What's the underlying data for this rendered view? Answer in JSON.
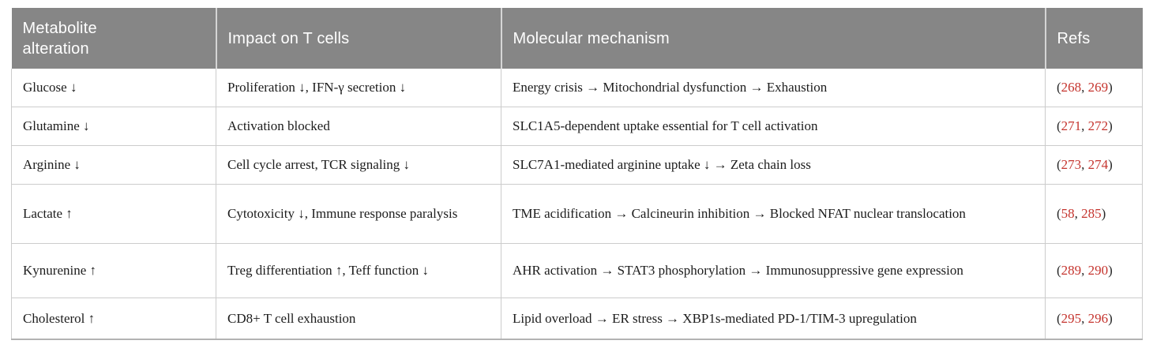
{
  "table": {
    "colors": {
      "header_bg": "#868686",
      "header_text": "#ffffff",
      "body_text": "#1c1c1c",
      "ref_number_red": "#c5342e",
      "grid_line": "#cccccc",
      "bottom_border": "#b3b3b3"
    },
    "columns": [
      {
        "label": "Metabolite\nalteration"
      },
      {
        "label": "Impact on T cells"
      },
      {
        "label": "Molecular mechanism"
      },
      {
        "label": "Refs"
      }
    ],
    "rows": [
      {
        "metabolite": "Glucose ↓",
        "impact": "Proliferation ↓, IFN-γ secretion ↓",
        "mechanism": "Energy crisis → Mitochondrial dysfunction → Exhaustion",
        "refs": {
          "open": "(",
          "first": "268",
          "sep": ", ",
          "second": "269",
          "close": ")"
        }
      },
      {
        "metabolite": "Glutamine ↓",
        "impact": "Activation blocked",
        "mechanism": "SLC1A5-dependent uptake essential for T cell activation",
        "refs": {
          "open": "(",
          "first": "271",
          "sep": ", ",
          "second": "272",
          "close": ")"
        }
      },
      {
        "metabolite": "Arginine ↓",
        "impact": "Cell cycle arrest, TCR signaling ↓",
        "mechanism": "SLC7A1-mediated arginine uptake ↓ → Zeta chain loss",
        "refs": {
          "open": "(",
          "first": "273",
          "sep": ", ",
          "second": "274",
          "close": ")"
        }
      },
      {
        "metabolite": "Lactate ↑",
        "impact": "Cytotoxicity ↓, Immune response paralysis",
        "mechanism": "TME acidification → Calcineurin inhibition → Blocked NFAT nuclear translocation",
        "refs": {
          "open": "(",
          "first": "58",
          "sep": ", ",
          "second": "285",
          "close": ")"
        }
      },
      {
        "metabolite": "Kynurenine ↑",
        "impact": "Treg differentiation ↑, Teff function ↓",
        "mechanism": "AHR activation → STAT3 phosphorylation → Immunosuppressive gene expression",
        "refs": {
          "open": "(",
          "first": "289",
          "sep": ", ",
          "second": "290",
          "close": ")"
        }
      },
      {
        "metabolite": "Cholesterol ↑",
        "impact": "CD8+ T cell exhaustion",
        "mechanism": "Lipid overload → ER stress → XBP1s-mediated PD-1/TIM-3 upregulation",
        "refs": {
          "open": "(",
          "first": "295",
          "sep": ", ",
          "second": "296",
          "close": ")"
        }
      }
    ]
  }
}
